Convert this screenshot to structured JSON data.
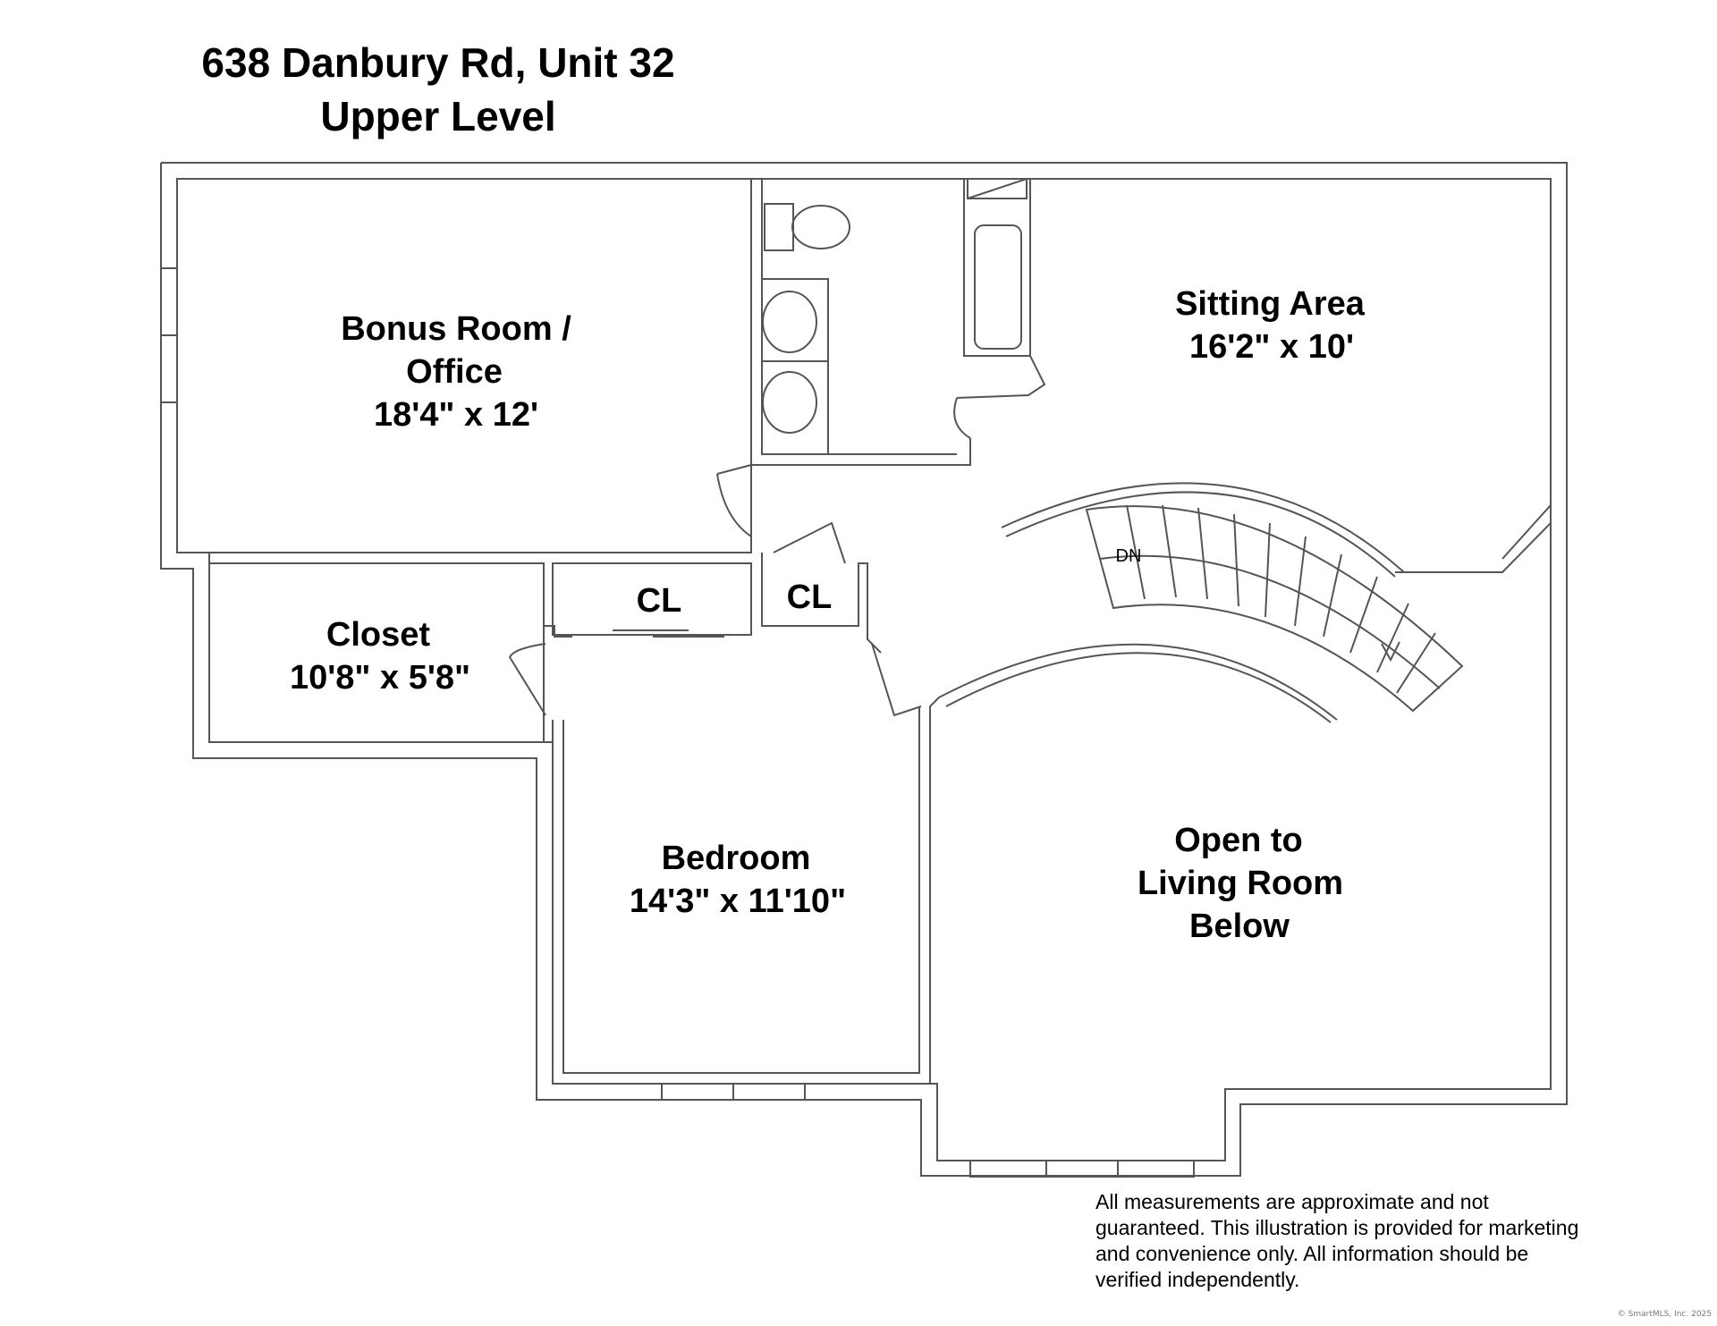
{
  "title": {
    "address": "638 Danbury Rd, Unit 32",
    "level": "Upper Level"
  },
  "rooms": {
    "bonus_name_1": "Bonus Room /",
    "bonus_name_2": "Office",
    "bonus_dims": "18'4\" x 12'",
    "sitting_name": "Sitting Area",
    "sitting_dims": "16'2\" x 10'",
    "closet_name": "Closet",
    "closet_dims": "10'8\" x 5'8\"",
    "cl_1": "CL",
    "cl_2": "CL",
    "bedroom_name": "Bedroom",
    "bedroom_dims": "14'3\" x 11'10\"",
    "open_1": "Open to",
    "open_2": "Living Room",
    "open_3": "Below",
    "stairs_label": "DN"
  },
  "disclaimer": "All measurements are approximate and not guaranteed. This illustration is provided for marketing and convenience only. All information should be verified independently.",
  "copyright": "© SmartMLS, Inc. 2025"
}
